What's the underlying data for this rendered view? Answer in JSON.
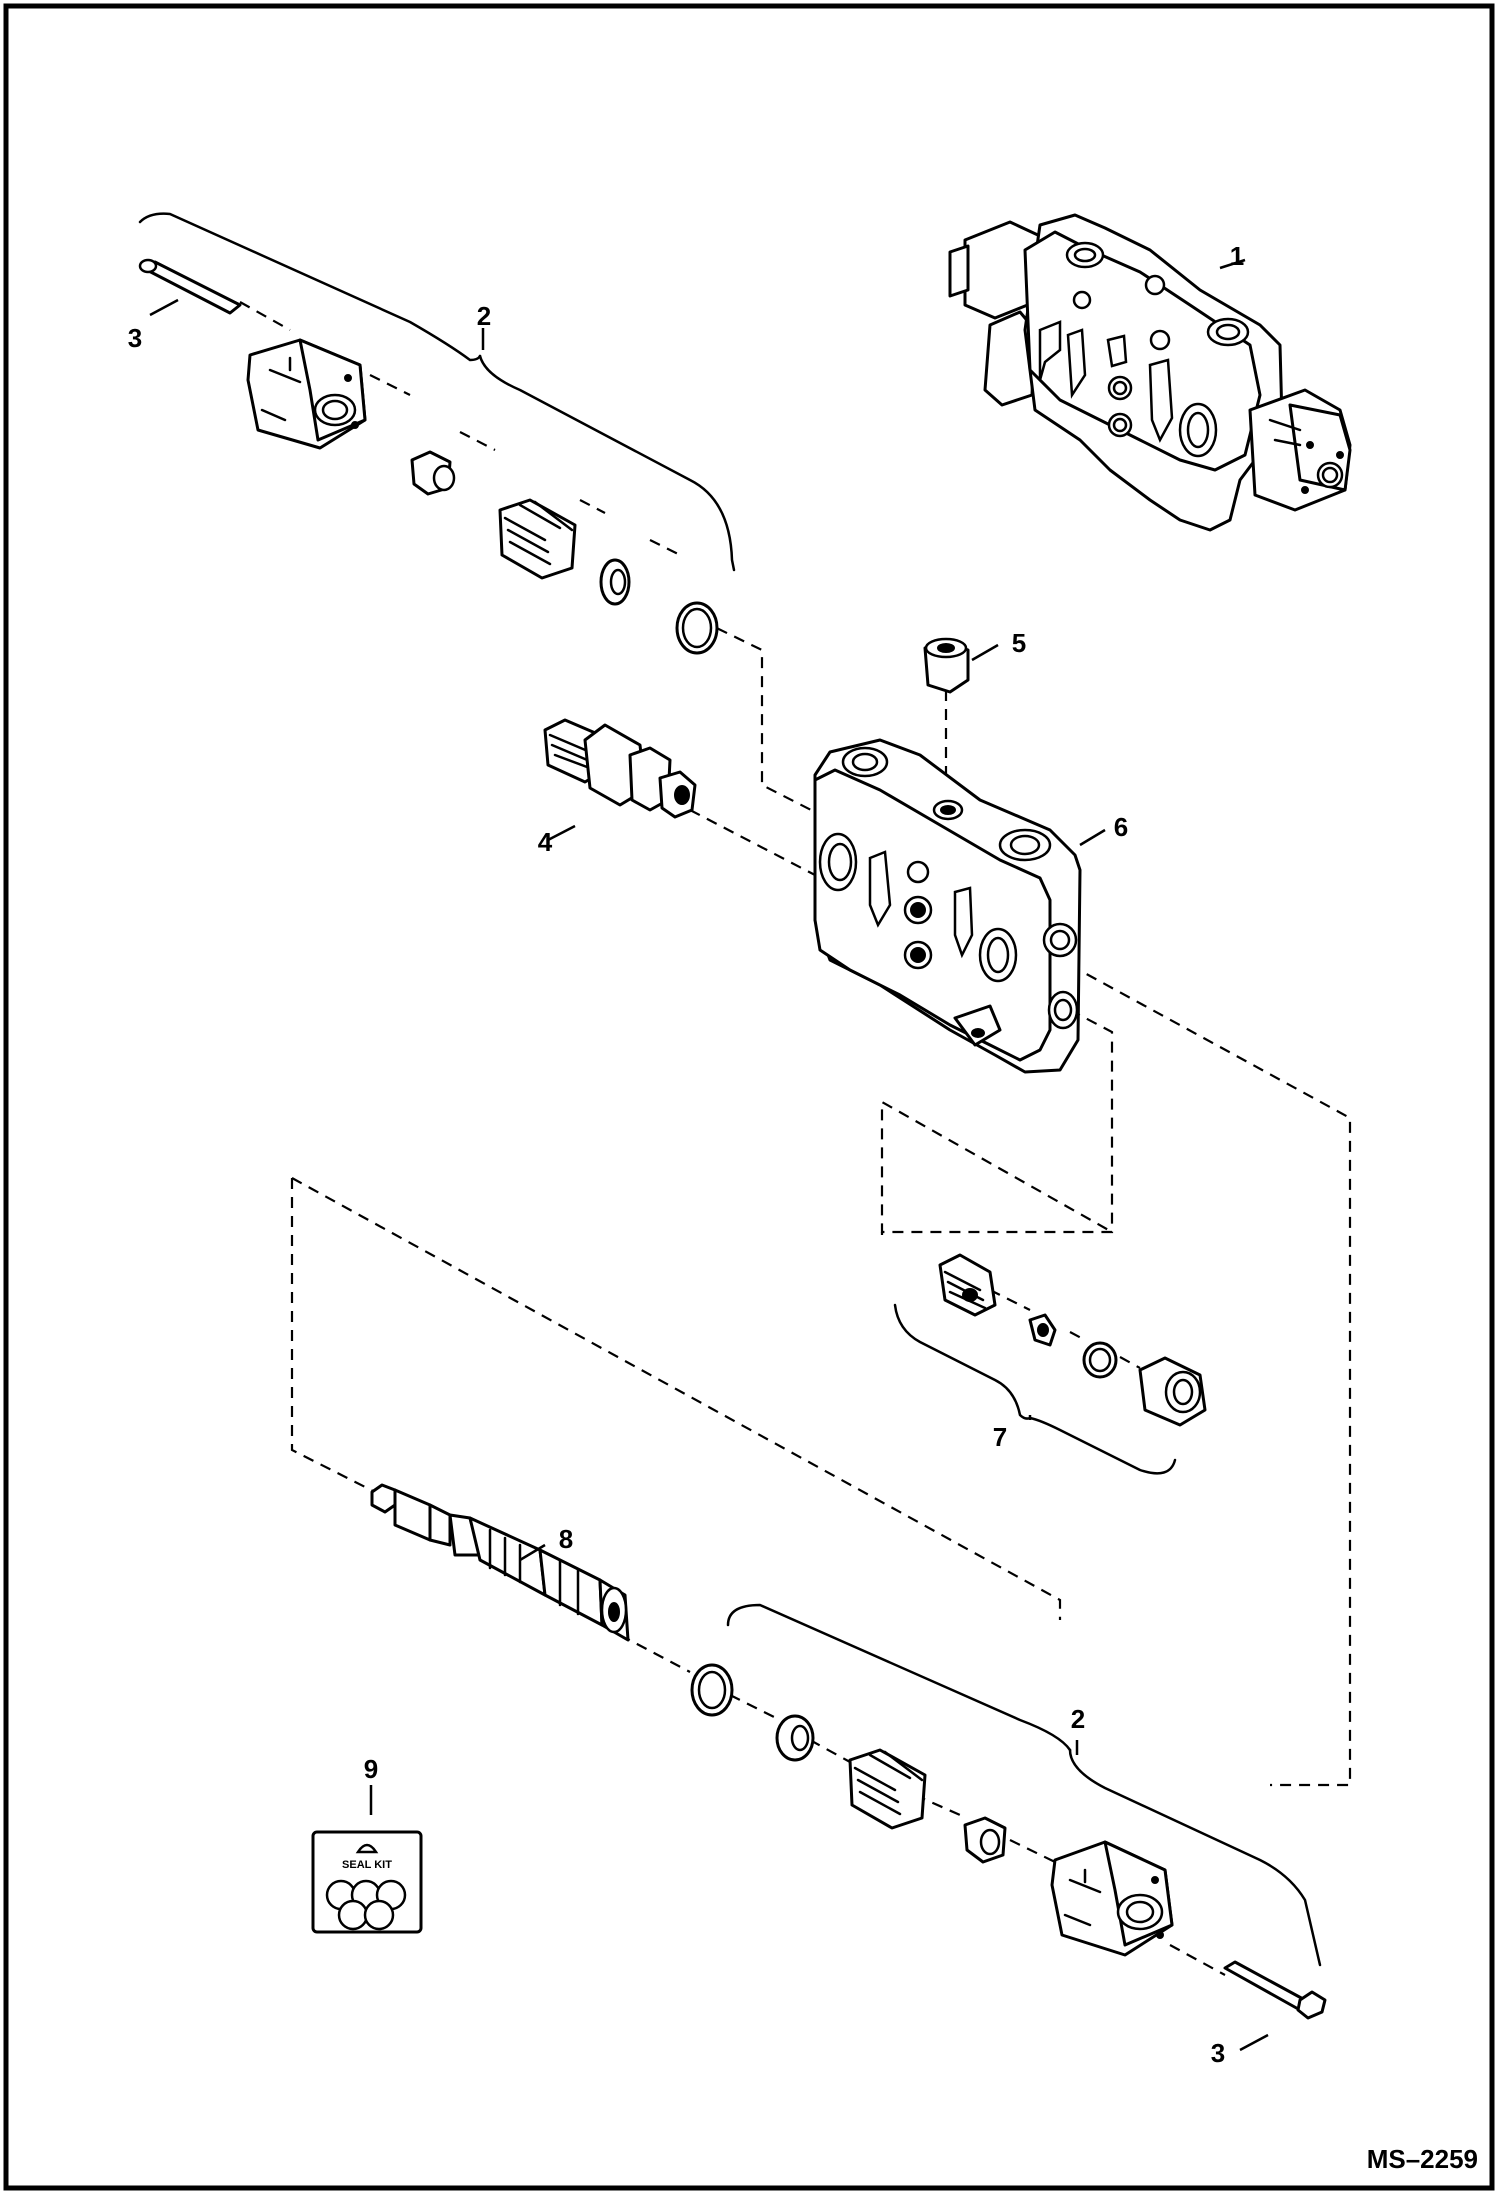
{
  "diagram": {
    "drawing_number": "MS–2259",
    "callouts": {
      "part1": "1",
      "part2_top": "2",
      "part2_bottom": "2",
      "part3_top": "3",
      "part3_bottom": "3",
      "part4": "4",
      "part5": "5",
      "part6": "6",
      "part7": "7",
      "part8": "8",
      "part9": "9"
    },
    "seal_kit_label": "SEAL KIT"
  }
}
